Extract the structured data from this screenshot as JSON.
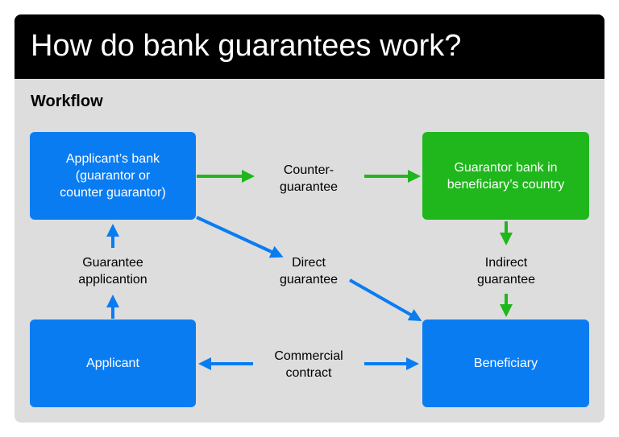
{
  "title": "How do bank guarantees work?",
  "subtitle": "Workflow",
  "colors": {
    "blue": "#0a7cf2",
    "green": "#1fb71c",
    "header": "#000000",
    "panel": "#dddddd"
  },
  "nodes": {
    "applicants_bank": "Applicant’s bank\n(guarantor or\ncounter guarantor)",
    "guarantor_bank": "Guarantor bank in\nbeneficiary’s country",
    "applicant": "Applicant",
    "beneficiary": "Beneficiary"
  },
  "edges": {
    "counter_guarantee": "Counter-\nguarantee",
    "direct_guarantee": "Direct\nguarantee",
    "guarantee_application": "Guarantee\napplicantion",
    "indirect_guarantee": "Indirect\nguarantee",
    "commercial_contract": "Commercial\ncontract"
  }
}
